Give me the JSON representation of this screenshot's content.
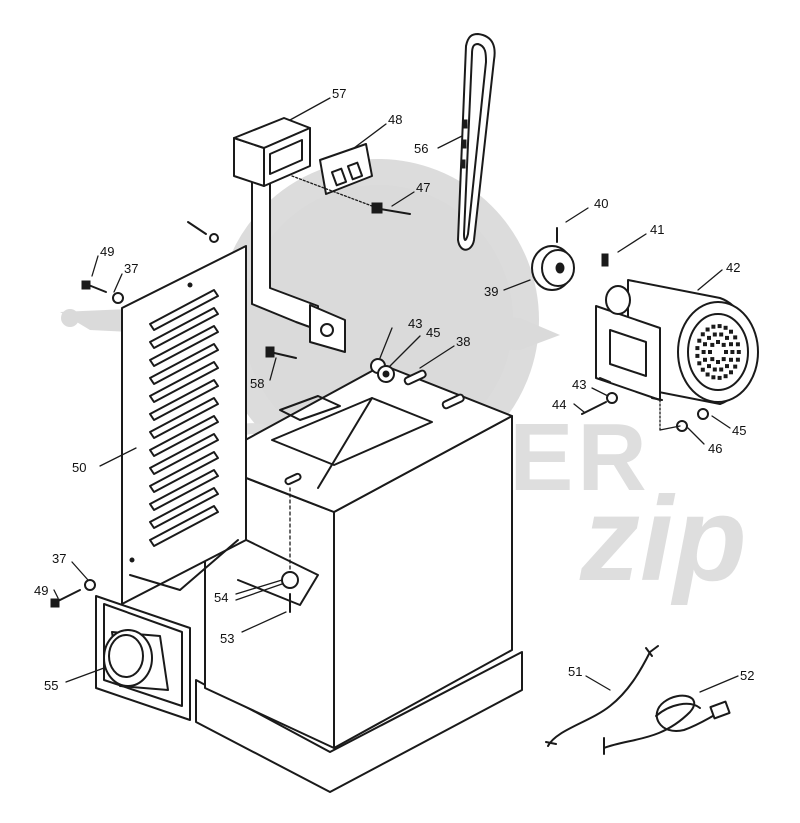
{
  "diagram": {
    "parts": [
      {
        "id": "57",
        "name": "switch-box"
      },
      {
        "id": "48",
        "name": "switch"
      },
      {
        "id": "47",
        "name": "switch-screw"
      },
      {
        "id": "56",
        "name": "drive-belt"
      },
      {
        "id": "40",
        "name": "set-screw"
      },
      {
        "id": "41",
        "name": "key"
      },
      {
        "id": "39",
        "name": "motor-pulley"
      },
      {
        "id": "42",
        "name": "motor"
      },
      {
        "id": "43",
        "name": "washer"
      },
      {
        "id": "45",
        "name": "nut"
      },
      {
        "id": "38",
        "name": "cabinet"
      },
      {
        "id": "44",
        "name": "motor-bolt"
      },
      {
        "id": "46",
        "name": "lock-washer"
      },
      {
        "id": "49",
        "name": "panel-screw"
      },
      {
        "id": "37",
        "name": "panel-washer"
      },
      {
        "id": "50",
        "name": "side-panel"
      },
      {
        "id": "58",
        "name": "bracket-screw"
      },
      {
        "id": "54",
        "name": "grommet"
      },
      {
        "id": "53",
        "name": "screw"
      },
      {
        "id": "55",
        "name": "dust-port"
      },
      {
        "id": "51",
        "name": "motor-cord"
      },
      {
        "id": "52",
        "name": "power-cord"
      }
    ]
  },
  "watermark": {
    "brand": "SCOOTER",
    "script": "zip",
    "color": "#d4d4d4"
  }
}
